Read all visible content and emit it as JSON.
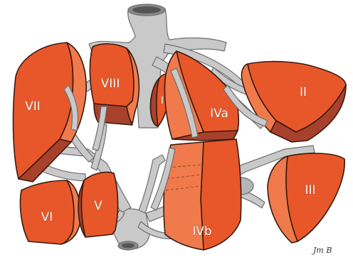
{
  "colors": {
    "segment_fill": "#e8572a",
    "segment_light": "#f07a4c",
    "segment_cut": "#a8412b",
    "outline": "#3a1a10",
    "vessel_fill": "#c9c9c9",
    "vessel_outline": "#6e6e6e",
    "vessel_hollow": "#555555",
    "background": "#ffffff"
  },
  "segments": {
    "s2": "II",
    "s3": "III",
    "s4a": "IVa",
    "s4b": "IVb",
    "s5": "V",
    "s6": "VI",
    "s7": "VII",
    "s8": "VIII",
    "s1": "I"
  },
  "signature": "Jm B"
}
